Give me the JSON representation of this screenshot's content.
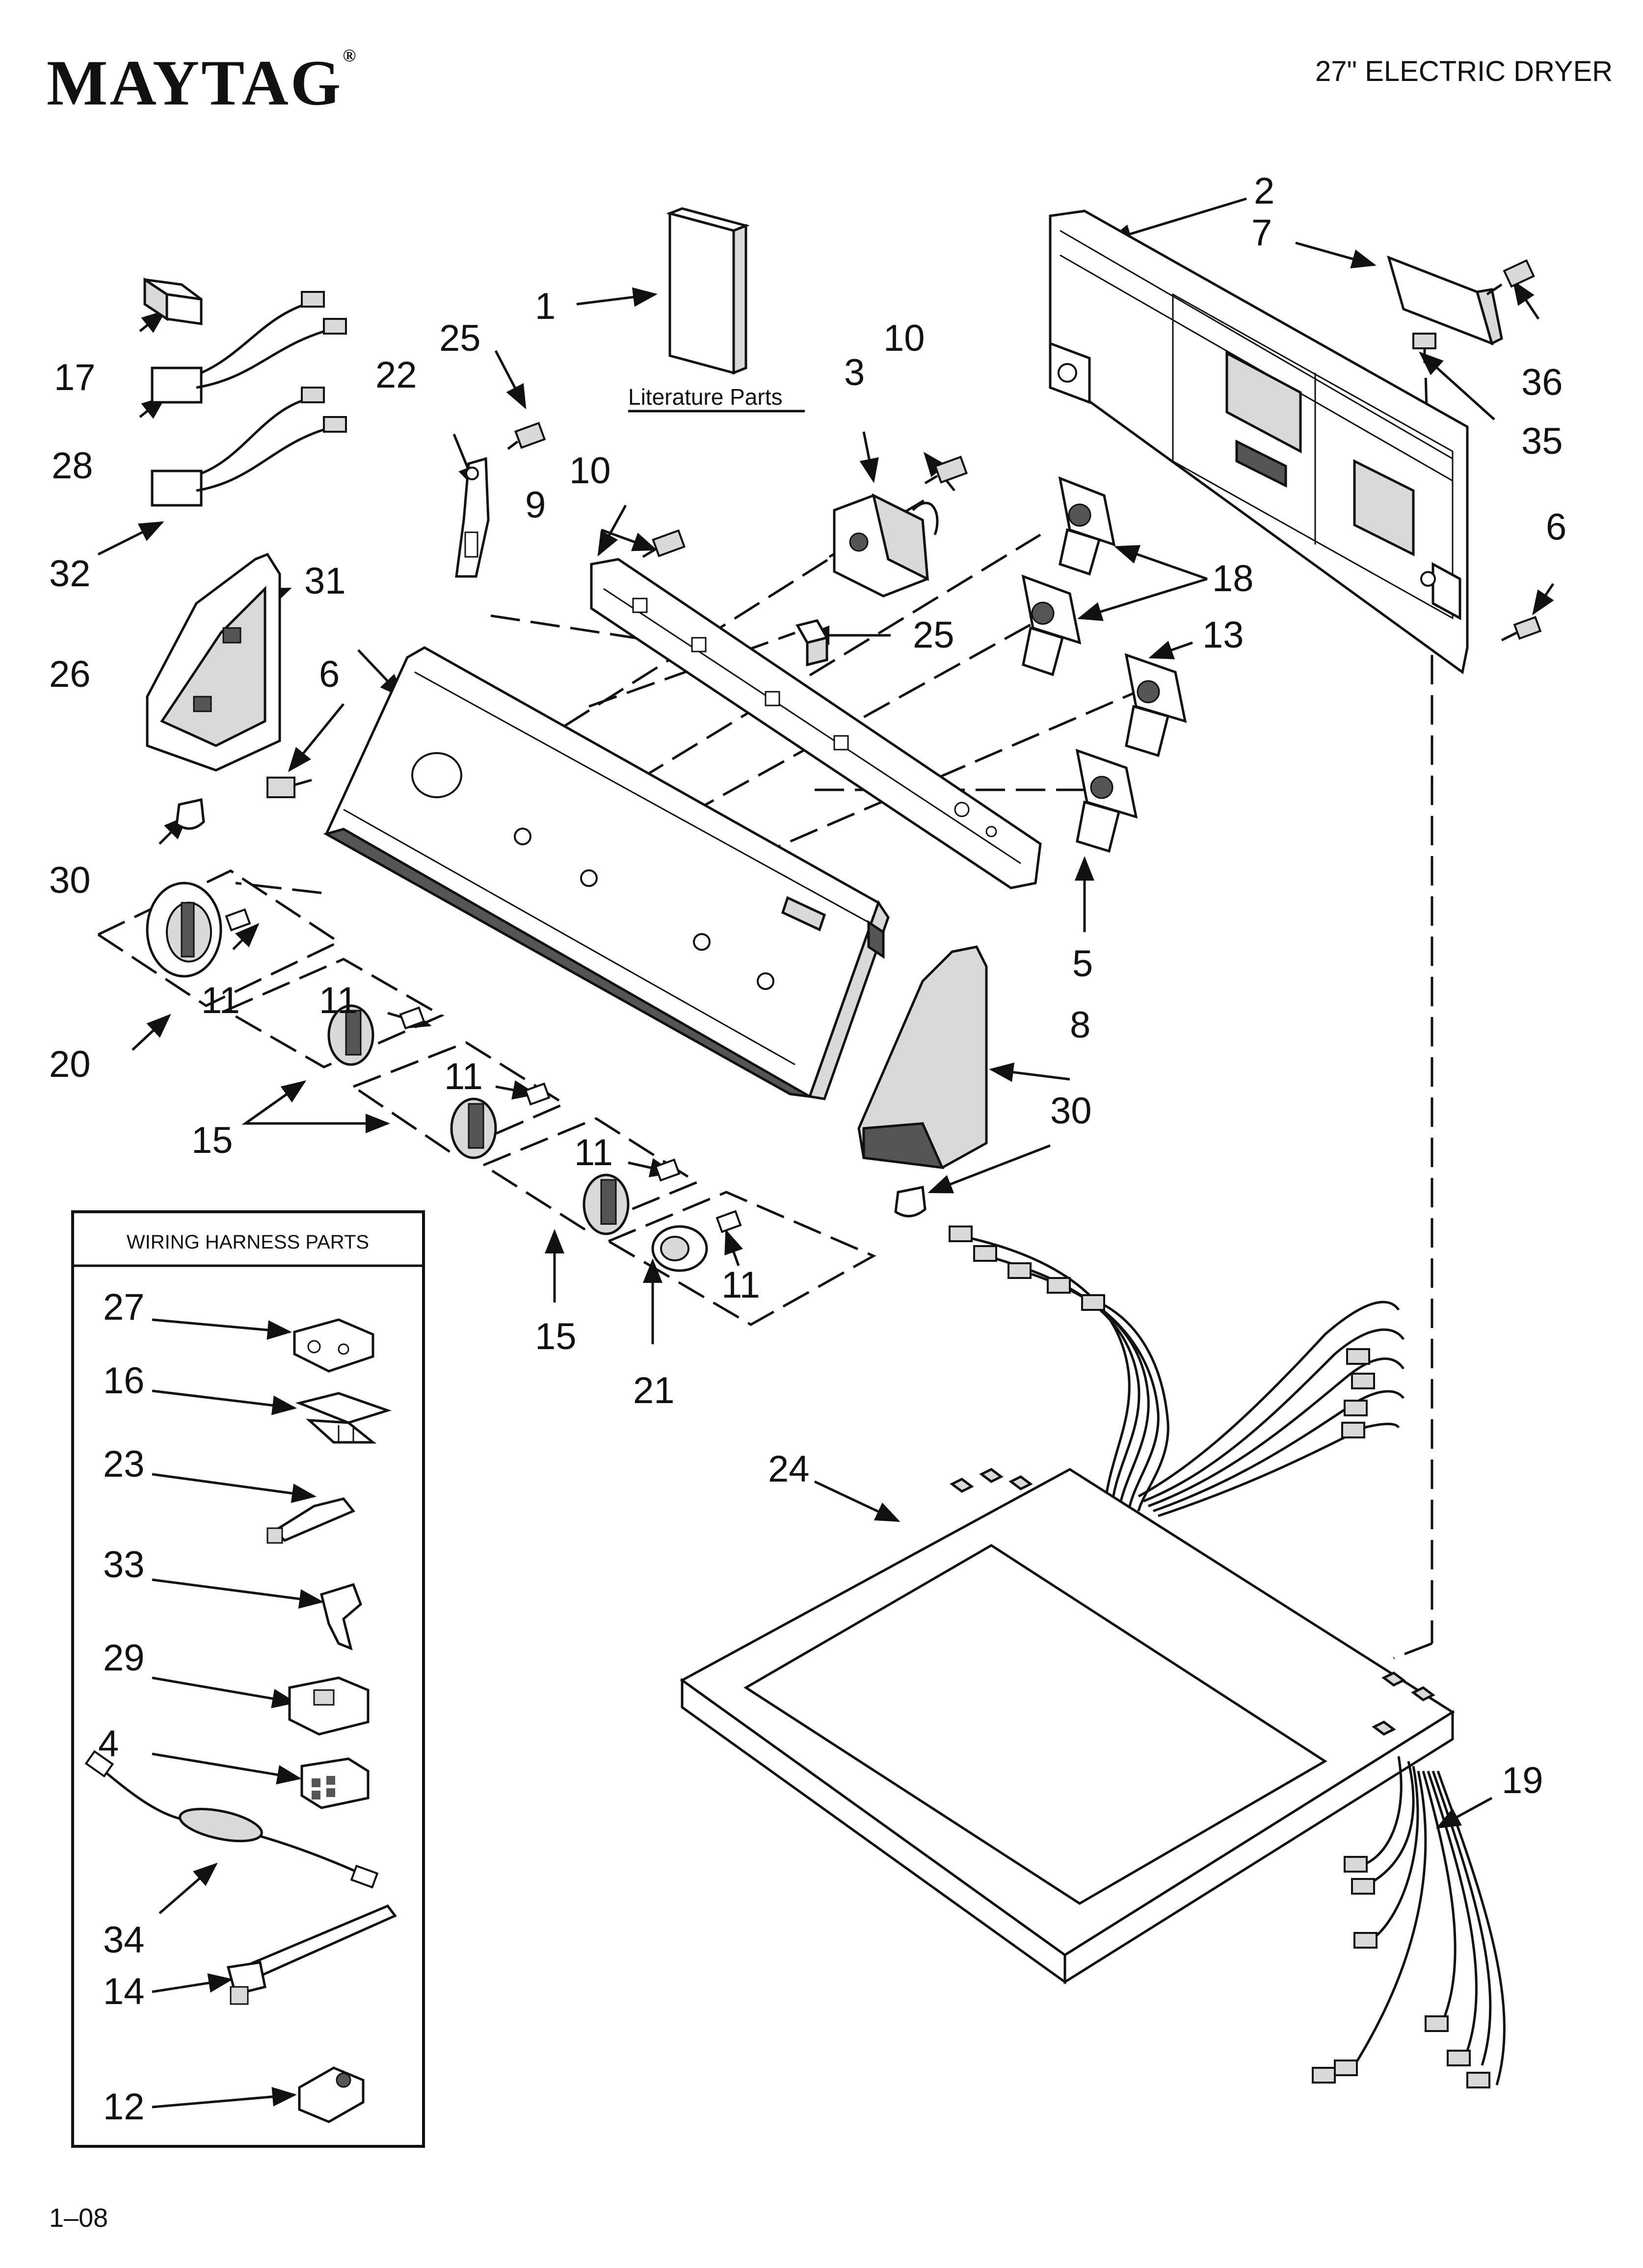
{
  "header": {
    "brand": "MAYTAG",
    "brand_mark": "®",
    "model": "27\" ELECTRIC DRYER"
  },
  "footer": {
    "code": "1–08"
  },
  "literature": {
    "label": "Literature Parts"
  },
  "wiring_box": {
    "title": "WIRING HARNESS PARTS"
  },
  "callouts": {
    "c1": "1",
    "c2": "2",
    "c3": "3",
    "c4": "4",
    "c5": "5",
    "c6a": "6",
    "c6b": "6",
    "c7": "7",
    "c8": "8",
    "c9": "9",
    "c10a": "10",
    "c10b": "10",
    "c11a": "11",
    "c11b": "11",
    "c11c": "11",
    "c11d": "11",
    "c11e": "11",
    "c12": "12",
    "c13": "13",
    "c14": "14",
    "c15a": "15",
    "c15b": "15",
    "c16": "16",
    "c17": "17",
    "c18": "18",
    "c19": "19",
    "c20": "20",
    "c21": "21",
    "c22": "22",
    "c23": "23",
    "c24": "24",
    "c25a": "25",
    "c25b": "25",
    "c26": "26",
    "c27": "27",
    "c28": "28",
    "c29": "29",
    "c30a": "30",
    "c30b": "30",
    "c31": "31",
    "c32": "32",
    "c33": "33",
    "c34": "34",
    "c35": "35",
    "c36": "36"
  }
}
